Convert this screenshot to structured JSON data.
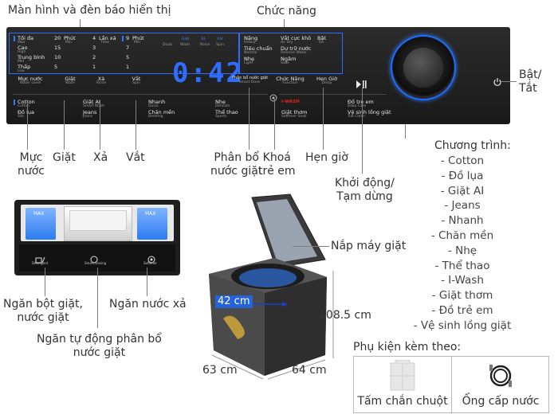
{
  "labels": {
    "display": "Màn hình và đèn báo hiển thị",
    "functions": "Chức năng",
    "power": "Bật/\nTắt",
    "water_level": "Mực\nnước",
    "wash": "Giặt",
    "rinse": "Xả",
    "spin": "Vắt",
    "smart_dose": "Phân bổ\nnước giặt",
    "child_lock": "Khoá\ntrẻ em",
    "timer": "Hẹn giờ",
    "start_pause": "Khởi động/\nTạm dừng",
    "programs_title": "Chương trình:",
    "lid": "Nắp máy giặt",
    "powder": "Ngăn bột giặt,\nnước giặt",
    "softener": "Ngăn nước xả",
    "auto_dose": "Ngăn tự động phân bổ\nnước giặt",
    "diameter": "42 cm",
    "height": "108.5 cm",
    "width": "63 cm",
    "depth": "64 cm",
    "accessories_title": "Phụ kiện kèm theo:",
    "acc_1": "Tấm chắn chuột",
    "acc_2": "Ống cấp nước"
  },
  "programs": [
    "- Cotton",
    "- Đồ lụa",
    "- Giặt AI",
    "- Jeans",
    "- Nhanh",
    "- Chăn mền",
    "- Nhẹ",
    "- Thể thao",
    "- I-Wash",
    "- Giặt thơm",
    "- Đồ trẻ em",
    "- Vệ sinh lồng giặt"
  ],
  "panel": {
    "display_value": "0:42",
    "grid": {
      "col1": [
        "Tối đa",
        "Cao",
        "Trung bình",
        "Thấp"
      ],
      "col1_sub": [
        "Max",
        "High",
        "Mid",
        "Low"
      ],
      "col2": [
        "20",
        "15",
        "10",
        "5"
      ],
      "col2_head": "Phút",
      "col3": [
        "4",
        "3",
        "2",
        "1"
      ],
      "col3_head": "Lần xả",
      "col4": [
        "9",
        "7",
        "5",
        "1"
      ],
      "col4_head": "Phút",
      "col2_sub": "Min",
      "col3_sub": "Time",
      "col4_sub": "Min",
      "status": [
        "Rinse",
        "Spin"
      ],
      "status_top": [
        "Giặt",
        "Xả",
        "Vắt"
      ],
      "status_sub": [
        "Doub",
        "Wash"
      ]
    },
    "functions": {
      "a": "Nặng",
      "a_sub": "Heavy",
      "b": "Vắt cực khô",
      "b_sub": "Air Dry",
      "c": "Bật",
      "c_sub": "On",
      "d": "Tiêu chuẩn",
      "d_sub": "Normal",
      "e": "Dự trữ nước",
      "e_sub": "Reserve Water",
      "f": "Nhẹ",
      "f_sub": "Light",
      "g": "Ngâm",
      "g_sub": "Soak"
    },
    "buttons": {
      "water_level": "Mực nước",
      "water_level_sub": "Water Level",
      "wash": "Giặt",
      "wash_sub": "Wash",
      "rinse": "Xả",
      "rinse_sub": "Rinse",
      "spin": "Vắt",
      "spin_sub": "Spin",
      "smart_dose": "Phân bổ nước giặt",
      "smart_dose_sub": "Smart Dose",
      "function": "Chức Năng",
      "function_sub": "Function",
      "timer": "Hẹn Giờ",
      "timer_sub": "Delay"
    },
    "prog_row1": [
      {
        "t": "Cotton",
        "s": "Cotton"
      },
      {
        "t": "Giặt AI",
        "s": "Smart Wash"
      },
      {
        "t": "Nhanh",
        "s": "Quick"
      },
      {
        "t": "Nhẹ",
        "s": "Delicate"
      },
      {
        "t": "I-WASH",
        "s": ""
      },
      {
        "t": "Đồ trẻ em",
        "s": "Baby Care"
      }
    ],
    "prog_row2": [
      {
        "t": "Đồ lụa",
        "s": "Silk"
      },
      {
        "t": "Jeans",
        "s": "Jeans"
      },
      {
        "t": "Chăn mền",
        "s": "Bedding"
      },
      {
        "t": "Thể thao",
        "s": "Sports"
      },
      {
        "t": "Giặt thơm",
        "s": "Softener Soak"
      },
      {
        "t": "Vệ sinh lồng giặt",
        "s": "Tub Clean"
      }
    ]
  },
  "drawer": {
    "max_left": "MAX",
    "max_right": "MAX",
    "icon_labels": [
      "Detergent",
      "Smart Dosing",
      "Softener"
    ]
  },
  "colors": {
    "panel": "#1f1f1f",
    "accent_blue": "#2f7bff",
    "lines": "#7f7f7f",
    "dim_arrow": "#1a3fd6",
    "iwash_red": "#e02424"
  }
}
